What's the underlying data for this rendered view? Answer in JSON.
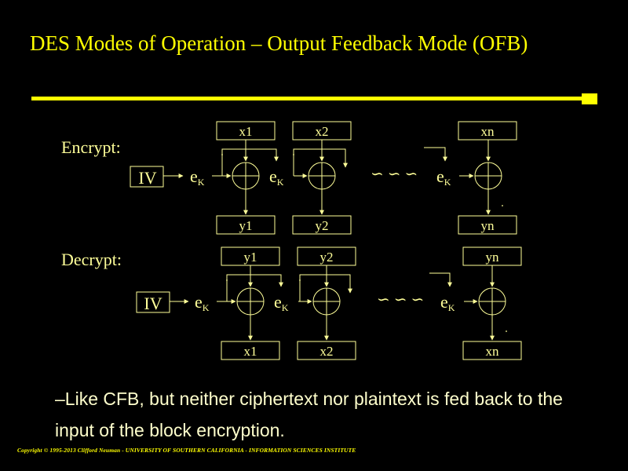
{
  "slide": {
    "title": "DES Modes of Operation – Output Feedback Mode (OFB)",
    "bullet_dash": "–",
    "bullet_text": "Like CFB, but neither ciphertext nor plaintext is fed back to the input of the block encryption.",
    "footer": "Copyright © 1995-2013 Clifford Neuman - UNIVERSITY OF SOUTHERN CALIFORNIA - INFORMATION SCIENCES INSTITUTE"
  },
  "colors": {
    "text": "#ffff99",
    "accent": "#ffff00",
    "background": "#000000"
  },
  "encrypt": {
    "label": "Encrypt:",
    "iv": "IV",
    "cipher_base": "e",
    "cipher_sub": "K",
    "inputs": [
      "x1",
      "x2",
      "xn"
    ],
    "outputs": [
      "y1",
      "y2",
      "yn"
    ]
  },
  "decrypt": {
    "label": "Decrypt:",
    "iv": "IV",
    "cipher_base": "e",
    "cipher_sub": "K",
    "inputs": [
      "y1",
      "y2",
      "yn"
    ],
    "outputs": [
      "x1",
      "x2",
      "xn"
    ]
  },
  "ellipsis": "∽ ∽ ∽"
}
